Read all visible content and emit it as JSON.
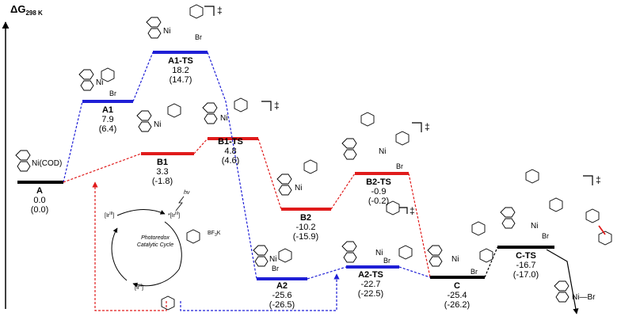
{
  "axis": {
    "label_main": "ΔG",
    "label_sub": "298 K"
  },
  "colors": {
    "black": "#000000",
    "blue": "#1f1fd6",
    "red": "#e01b1b"
  },
  "species": [
    {
      "id": "A",
      "name": "A",
      "value": "0.0",
      "value2": "(0.0)",
      "color": "black",
      "complex": "Ni(COD)"
    },
    {
      "id": "A1",
      "name": "A1",
      "value": "7.9",
      "value2": "(6.4)",
      "color": "blue",
      "complex": "Ni",
      "sub": "Br"
    },
    {
      "id": "A1TS",
      "name": "A1-TS",
      "value": "18.2",
      "value2": "(14.7)",
      "color": "blue",
      "complex": "Ni",
      "sub": "Br"
    },
    {
      "id": "B1",
      "name": "B1",
      "value": "3.3",
      "value2": "(-1.8)",
      "color": "red",
      "complex": "Ni"
    },
    {
      "id": "B1TS",
      "name": "B1-TS",
      "value": "4.8",
      "value2": "(4.6)",
      "color": "red",
      "complex": "Ni"
    },
    {
      "id": "B2",
      "name": "B2",
      "value": "-10.2",
      "value2": "(-15.9)",
      "color": "red",
      "complex": "Ni"
    },
    {
      "id": "B2TS",
      "name": "B2-TS",
      "value": "-0.9",
      "value2": "(-0.2)",
      "color": "red",
      "complex": "Ni",
      "sub": "Br"
    },
    {
      "id": "A2",
      "name": "A2",
      "value": "-25.6",
      "value2": "(-26.5)",
      "color": "blue",
      "complex": "Ni",
      "sub": "Br"
    },
    {
      "id": "A2TS",
      "name": "A2-TS",
      "value": "-22.7",
      "value2": "(-22.5)",
      "color": "blue",
      "complex": "Ni",
      "sub": "Br"
    },
    {
      "id": "C",
      "name": "C",
      "value": "-25.4",
      "value2": "(-26.2)",
      "color": "black",
      "complex": "Ni",
      "sub": "Br"
    },
    {
      "id": "CTS",
      "name": "C-TS",
      "value": "-16.7",
      "value2": "(-17.0)",
      "color": "black",
      "complex": "Ni",
      "sub": "Br"
    }
  ],
  "ts_mark": "‡",
  "product_complex": "Ni—Br",
  "photoredox": {
    "title_line1": "Photoredox",
    "title_line2": "Catalytic Cycle",
    "ir3": "[Ir",
    "ir3_sup": "III",
    "ir3_star": "*[Ir",
    "ir2": "[Ir",
    "ir2_sup": "II",
    "ir_close": "]",
    "hv": "hν",
    "reagent": "BF",
    "reagent_sub": "3",
    "reagent_tail": "K"
  }
}
